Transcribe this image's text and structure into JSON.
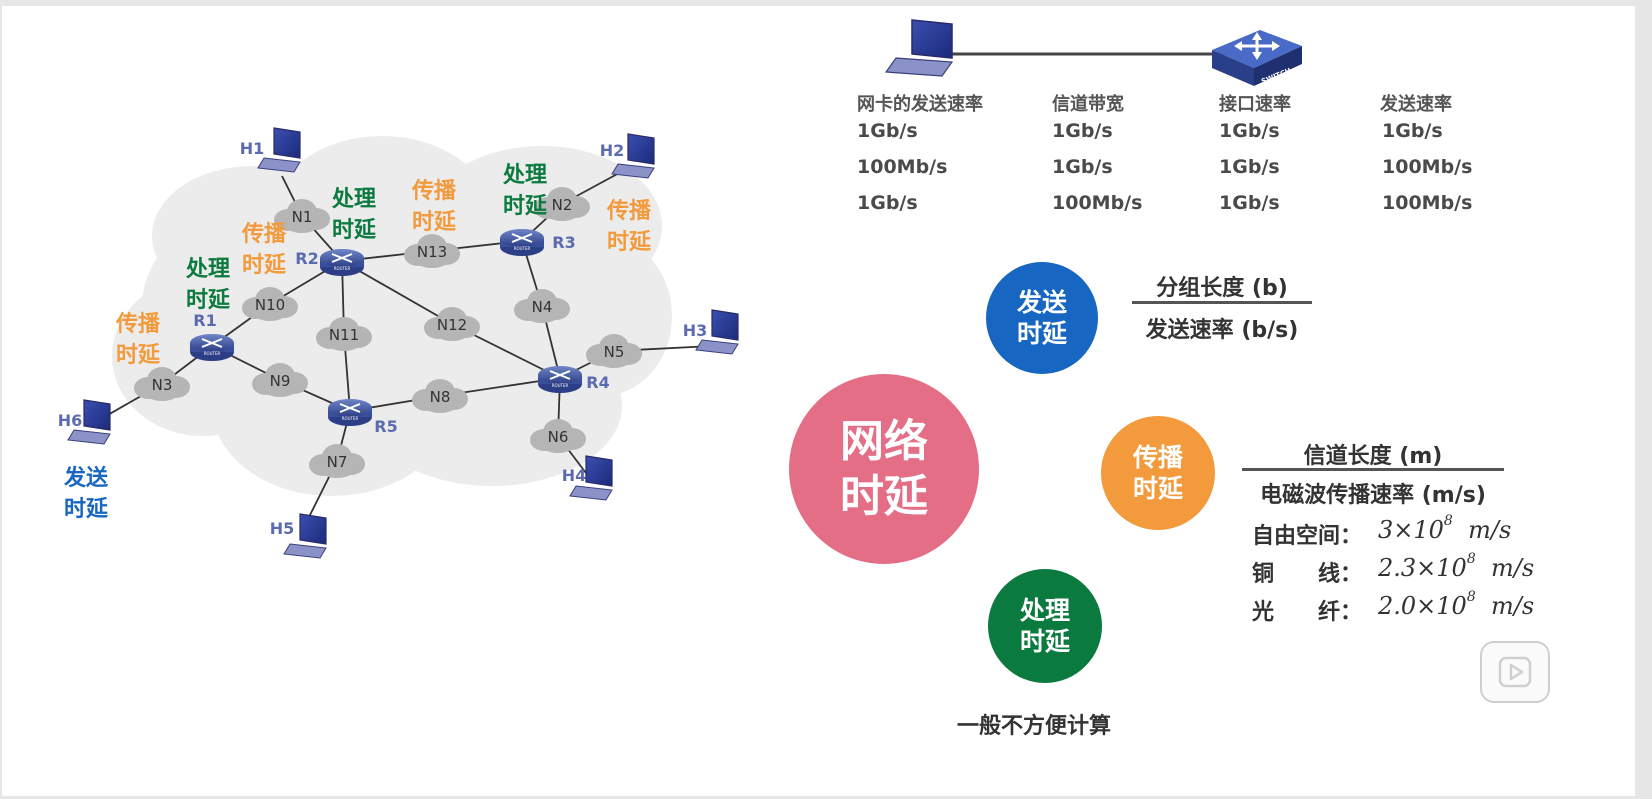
{
  "network": {
    "hosts": [
      "H1",
      "H2",
      "H3",
      "H4",
      "H5",
      "H6"
    ],
    "routers": [
      "R1",
      "R2",
      "R3",
      "R4",
      "R5"
    ],
    "networks": [
      "N1",
      "N2",
      "N3",
      "N4",
      "N5",
      "N6",
      "N7",
      "N8",
      "N9",
      "N10",
      "N11",
      "N12",
      "N13"
    ],
    "router_badge": "ROUTER",
    "delay_labels": {
      "processing": [
        "处理",
        "时延"
      ],
      "propagation": [
        "传播",
        "时延"
      ],
      "transmission": [
        "发送",
        "时延"
      ]
    }
  },
  "rate_table": {
    "switch_label": "SWITCH",
    "headers": [
      "网卡的发送速率",
      "信道带宽",
      "接口速率",
      "发送速率"
    ],
    "rows": [
      [
        "1Gb/s",
        "1Gb/s",
        "1Gb/s",
        "1Gb/s"
      ],
      [
        "100Mb/s",
        "1Gb/s",
        "1Gb/s",
        "100Mb/s"
      ],
      [
        "1Gb/s",
        "100Mb/s",
        "1Gb/s",
        "100Mb/s"
      ]
    ]
  },
  "concepts": {
    "network_delay": [
      "网络",
      "时延"
    ],
    "transmission": {
      "title": [
        "发送",
        "时延"
      ],
      "numerator": "分组长度 (b)",
      "denominator": "发送速率 (b/s)"
    },
    "propagation": {
      "title": [
        "传播",
        "时延"
      ],
      "numerator": "信道长度 (m)",
      "denominator": "电磁波传播速率 (m/s)",
      "speeds": [
        {
          "name": "自由空间：",
          "mantissa": "3×10",
          "exp": "8",
          "unit": "m/s"
        },
        {
          "name": "铜　　线：",
          "mantissa": "2.3×10",
          "exp": "8",
          "unit": "m/s"
        },
        {
          "name": "光　　纤：",
          "mantissa": "2.0×10",
          "exp": "8",
          "unit": "m/s"
        }
      ]
    },
    "processing": {
      "title": [
        "处理",
        "时延"
      ],
      "note": "一般不方便计算"
    }
  },
  "colors": {
    "transmission": "#1666c2",
    "propagation": "#f29a3c",
    "processing": "#0b7a3e",
    "network_delay": "#e46e86",
    "device_label": "#5b6bb0"
  }
}
